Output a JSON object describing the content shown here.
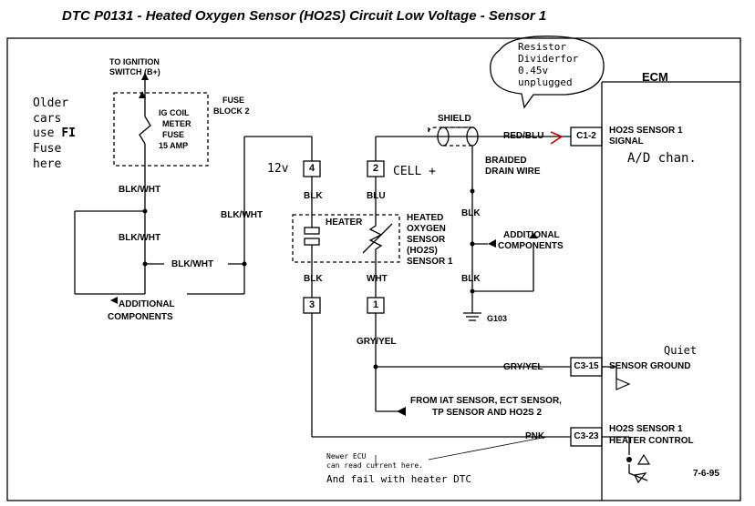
{
  "title": "DTC P0131 - Heated Oxygen Sensor (HO2S) Circuit Low Voltage - Sensor 1",
  "ecm": {
    "label": "ECM"
  },
  "ignition": {
    "label_line1": "TO IGNITION",
    "label_line2": "SWITCH (B+)"
  },
  "fuse": {
    "line1": "IG COIL",
    "line2": "METER",
    "line3": "FUSE",
    "line4": "15 AMP"
  },
  "fuse_block": {
    "line1": "FUSE",
    "line2": "BLOCK 2"
  },
  "wires": {
    "blk_wht_1": "BLK/WHT",
    "blk_wht_2": "BLK/WHT",
    "blk_wht_3": "BLK/WHT",
    "blk_wht_left": "BLK/WHT",
    "blk_top": "BLK",
    "blu": "BLU",
    "blk_bottom": "BLK",
    "wht": "WHT",
    "red_blu": "RED/BLU",
    "blk_drain1": "BLK",
    "blk_drain2": "BLK",
    "gry_yel_vert": "GRY/YEL",
    "gry_yel_horiz": "GRY/YEL",
    "pnk": "PNK"
  },
  "additional_components_left": {
    "line1": "ADDITIONAL",
    "line2": "COMPONENTS"
  },
  "additional_components_right": {
    "line1": "ADDITIONAL",
    "line2": "COMPONENTS"
  },
  "pins": {
    "p4": "4",
    "p2": "2",
    "p3": "3",
    "p1": "1"
  },
  "sensor": {
    "heater": "HEATER",
    "line1": "HEATED",
    "line2": "OXYGEN",
    "line3": "SENSOR",
    "line4": "(HO2S)",
    "line5": "SENSOR 1"
  },
  "shield": "SHIELD",
  "braided": {
    "line1": "BRAIDED",
    "line2": "DRAIN WIRE"
  },
  "ground": "G103",
  "connectors": {
    "c12": "C1-2",
    "c315": "C3-15",
    "c323": "C3-23"
  },
  "ecm_signals": {
    "signal_line1": "HO2S SENSOR 1",
    "signal_line2": "SIGNAL",
    "sensor_ground": "SENSOR GROUND",
    "heater_line1": "HO2S SENSOR 1",
    "heater_line2": "HEATER CONTROL"
  },
  "from_sensors": {
    "line1": "FROM IAT SENSOR, ECT SENSOR,",
    "line2": "TP SENSOR AND HO2S 2"
  },
  "date": "7-6-95",
  "annotations": {
    "bubble_line1": "Resistor",
    "bubble_line2": "Dividerfor",
    "bubble_line3": "0.45v",
    "bubble_line4": "unplugged",
    "older_line1": "Older",
    "older_line2": "cars",
    "older_line3_a": "use ",
    "older_line3_b": "FI",
    "older_line4": "Fuse",
    "older_line5": "here",
    "v12": "12v",
    "cell": "CELL +",
    "ad_chan": "A/D chan.",
    "quiet": "Quiet",
    "newer_line1": "Newer ECU",
    "newer_line2": "can read current here.",
    "and_fail": "And fail with heater DTC"
  }
}
